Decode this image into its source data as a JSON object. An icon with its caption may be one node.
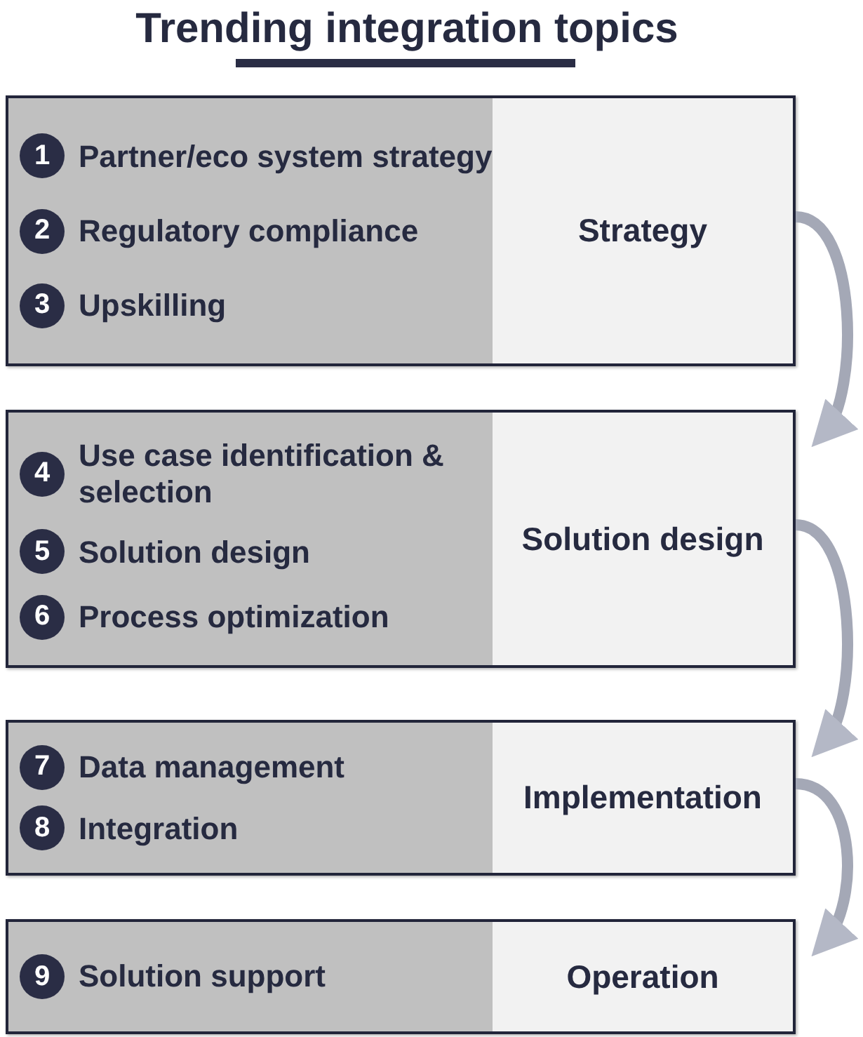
{
  "diagram": {
    "title": "Trending integration topics",
    "nodes": [
      {
        "text": [
          "Strategy"
        ]
      },
      {
        "text": [
          "1"
        ],
        "in": 0,
        "beside": [
          "Partner/eco system strategy"
        ]
      },
      {
        "text": [
          "2"
        ],
        "in": 0,
        "beside": [
          "Regulatory compliance"
        ]
      },
      {
        "text": [
          "3"
        ],
        "in": 0,
        "beside": [
          "Upskilling"
        ]
      },
      {
        "text": [
          "Solution design"
        ]
      },
      {
        "text": [
          "4"
        ],
        "in": 4,
        "beside": [
          "Use case identification & selection"
        ]
      },
      {
        "text": [
          "5"
        ],
        "in": 4,
        "beside": [
          "Solution design"
        ]
      },
      {
        "text": [
          "6"
        ],
        "in": 4,
        "beside": [
          "Process optimization"
        ]
      },
      {
        "text": [
          "Implementation"
        ]
      },
      {
        "text": [
          "7"
        ],
        "in": 8,
        "beside": [
          "Data management"
        ]
      },
      {
        "text": [
          "8"
        ],
        "in": 8,
        "beside": [
          "Integration"
        ]
      },
      {
        "text": [
          "Operation"
        ]
      },
      {
        "text": [
          "9"
        ],
        "in": 11,
        "beside": [
          "Solution support"
        ]
      }
    ],
    "edges": [
      {
        "from": 0,
        "to": 4,
        "arrow": "to"
      },
      {
        "from": 4,
        "to": 8,
        "arrow": "to"
      },
      {
        "from": 8,
        "to": 11,
        "arrow": "to"
      }
    ]
  }
}
